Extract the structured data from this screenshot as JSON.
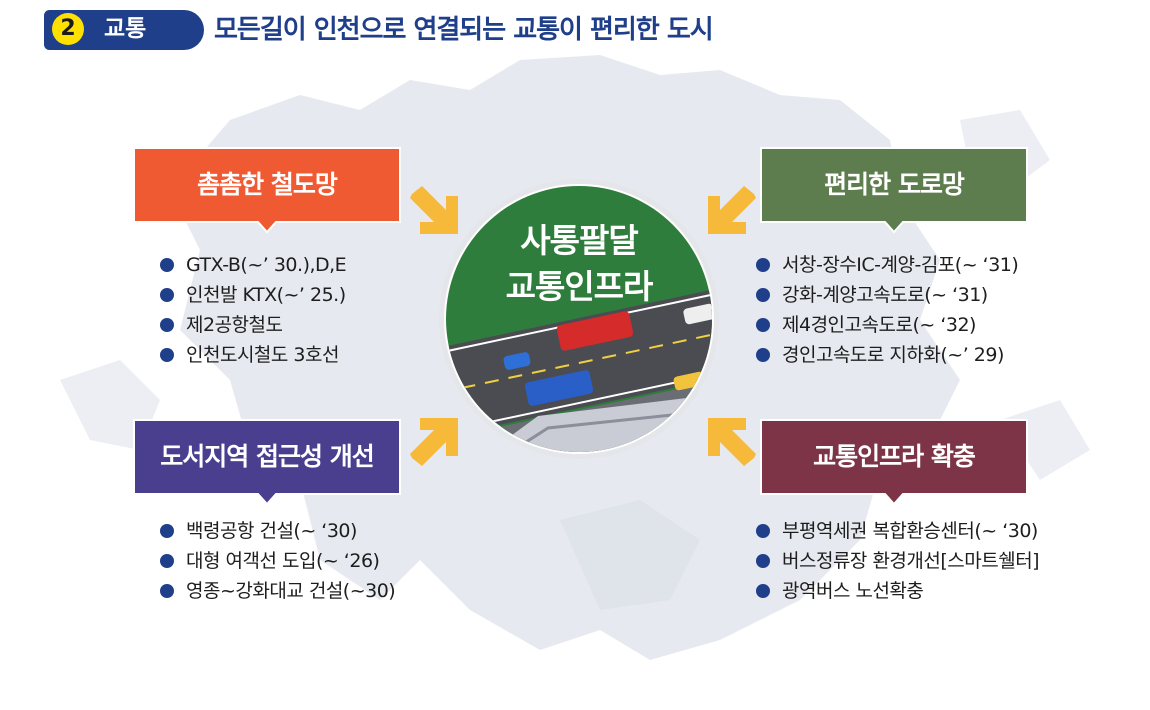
{
  "header": {
    "number": "2",
    "label": "교통",
    "title": "모든길이 인천으로 연결되는 교통이 편리한 도시"
  },
  "center": {
    "line1": "사통팔달",
    "line2": "교통인프라"
  },
  "sections": {
    "rail": {
      "title": "촘촘한 철도망",
      "color": "#f05a32",
      "items": [
        "GTX-B(~’ 30.),D,E",
        "인천발 KTX(~’ 25.)",
        "제2공항철도",
        "인천도시철도 3호선"
      ]
    },
    "road": {
      "title": "편리한 도로망",
      "color": "#5e7d4e",
      "items": [
        "서창-장수IC-계양-김포(~ ‘31)",
        "강화-계양고속도로(~ ‘31)",
        "제4경인고속도로(~ ‘32)",
        "경인고속도로 지하화(~’ 29)"
      ]
    },
    "island": {
      "title": "도서지역 접근성 개선",
      "color": "#4a3f8f",
      "items": [
        "백령공항 건설(~ ‘30)",
        "대형 여객선 도입(~ ‘26)",
        "영종~강화대교 건설(~30)"
      ]
    },
    "infra": {
      "title": "교통인프라 확충",
      "color": "#7e3447",
      "items": [
        "부평역세권 복합환승센터(~ ‘30)",
        "버스정류장 환경개선[스마트쉘터]",
        "광역버스 노선확충"
      ]
    }
  },
  "colors": {
    "header_blue": "#1f3f8a",
    "badge_yellow": "#ffe000",
    "arrow_yellow": "#f6b93a",
    "center_green": "#2e7d3c",
    "map_gray": "#e6e9ef"
  }
}
